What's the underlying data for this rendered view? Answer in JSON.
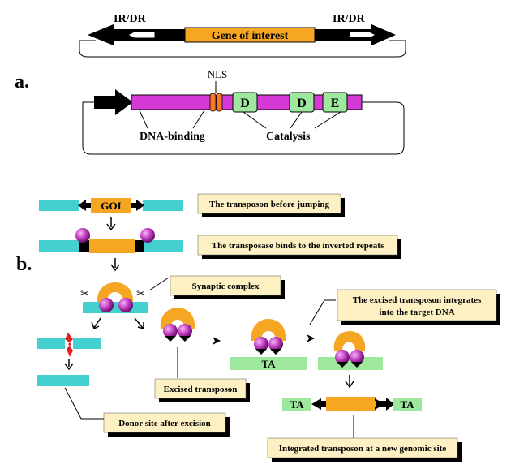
{
  "panel_a": {
    "letter": "a.",
    "ir_left": "IR/DR",
    "ir_right": "IR/DR",
    "gene": "Gene of interest",
    "nls": "NLS",
    "domain_d1": "D",
    "domain_d2": "D",
    "domain_e": "E",
    "dna_binding": "DNA-binding",
    "catalysis": "Catalysis"
  },
  "panel_b": {
    "letter": "b.",
    "goi": "GOI",
    "ta": "TA",
    "captions": {
      "before": "The transposon before jumping",
      "binds": "The transposase binds to the inverted repeats",
      "synaptic": "Synaptic complex",
      "integrates_line1": "The excised transposon integrates",
      "integrates_line2": "into the target DNA",
      "excised": "Excised transposon",
      "donor": "Donor site after excision",
      "integrated": "Integrated transposon at a new genomic site"
    }
  },
  "colors": {
    "orange": "#f5a623",
    "magenta": "#d63ad6",
    "green": "#9de89d",
    "cyan": "#45d0d0",
    "caption_bg": "#fdf1c4",
    "sphere": "#b03ab0"
  }
}
